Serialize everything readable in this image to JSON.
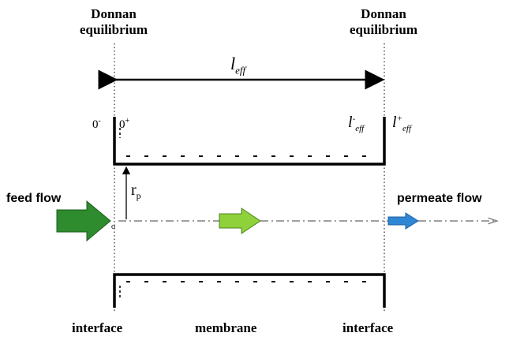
{
  "top_labels": {
    "left": [
      "Donnan",
      "equilibrium"
    ],
    "right": [
      "Donnan",
      "equilibrium"
    ]
  },
  "length": {
    "main": "l",
    "sub": "eff"
  },
  "left_boundary": {
    "minus": "0",
    "minus_sup": "-",
    "plus": "0",
    "plus_sup": "+"
  },
  "right_boundary": {
    "minus": {
      "main": "l",
      "sup": "-",
      "sub": "eff"
    },
    "plus": {
      "main": "l",
      "sup": "+",
      "sub": "eff"
    }
  },
  "radius": {
    "main": "r",
    "sub": "p"
  },
  "origin_mark": "o",
  "flows": {
    "feed": "feed flow",
    "permeate": "permeate flow"
  },
  "bottom_labels": {
    "left": "interface",
    "middle": "membrane",
    "right": "interface"
  },
  "colors": {
    "feed_arrow": "#2e8b2e",
    "membrane_arrow": "#8fd13a",
    "permeate_arrow": "#2e86d4"
  }
}
